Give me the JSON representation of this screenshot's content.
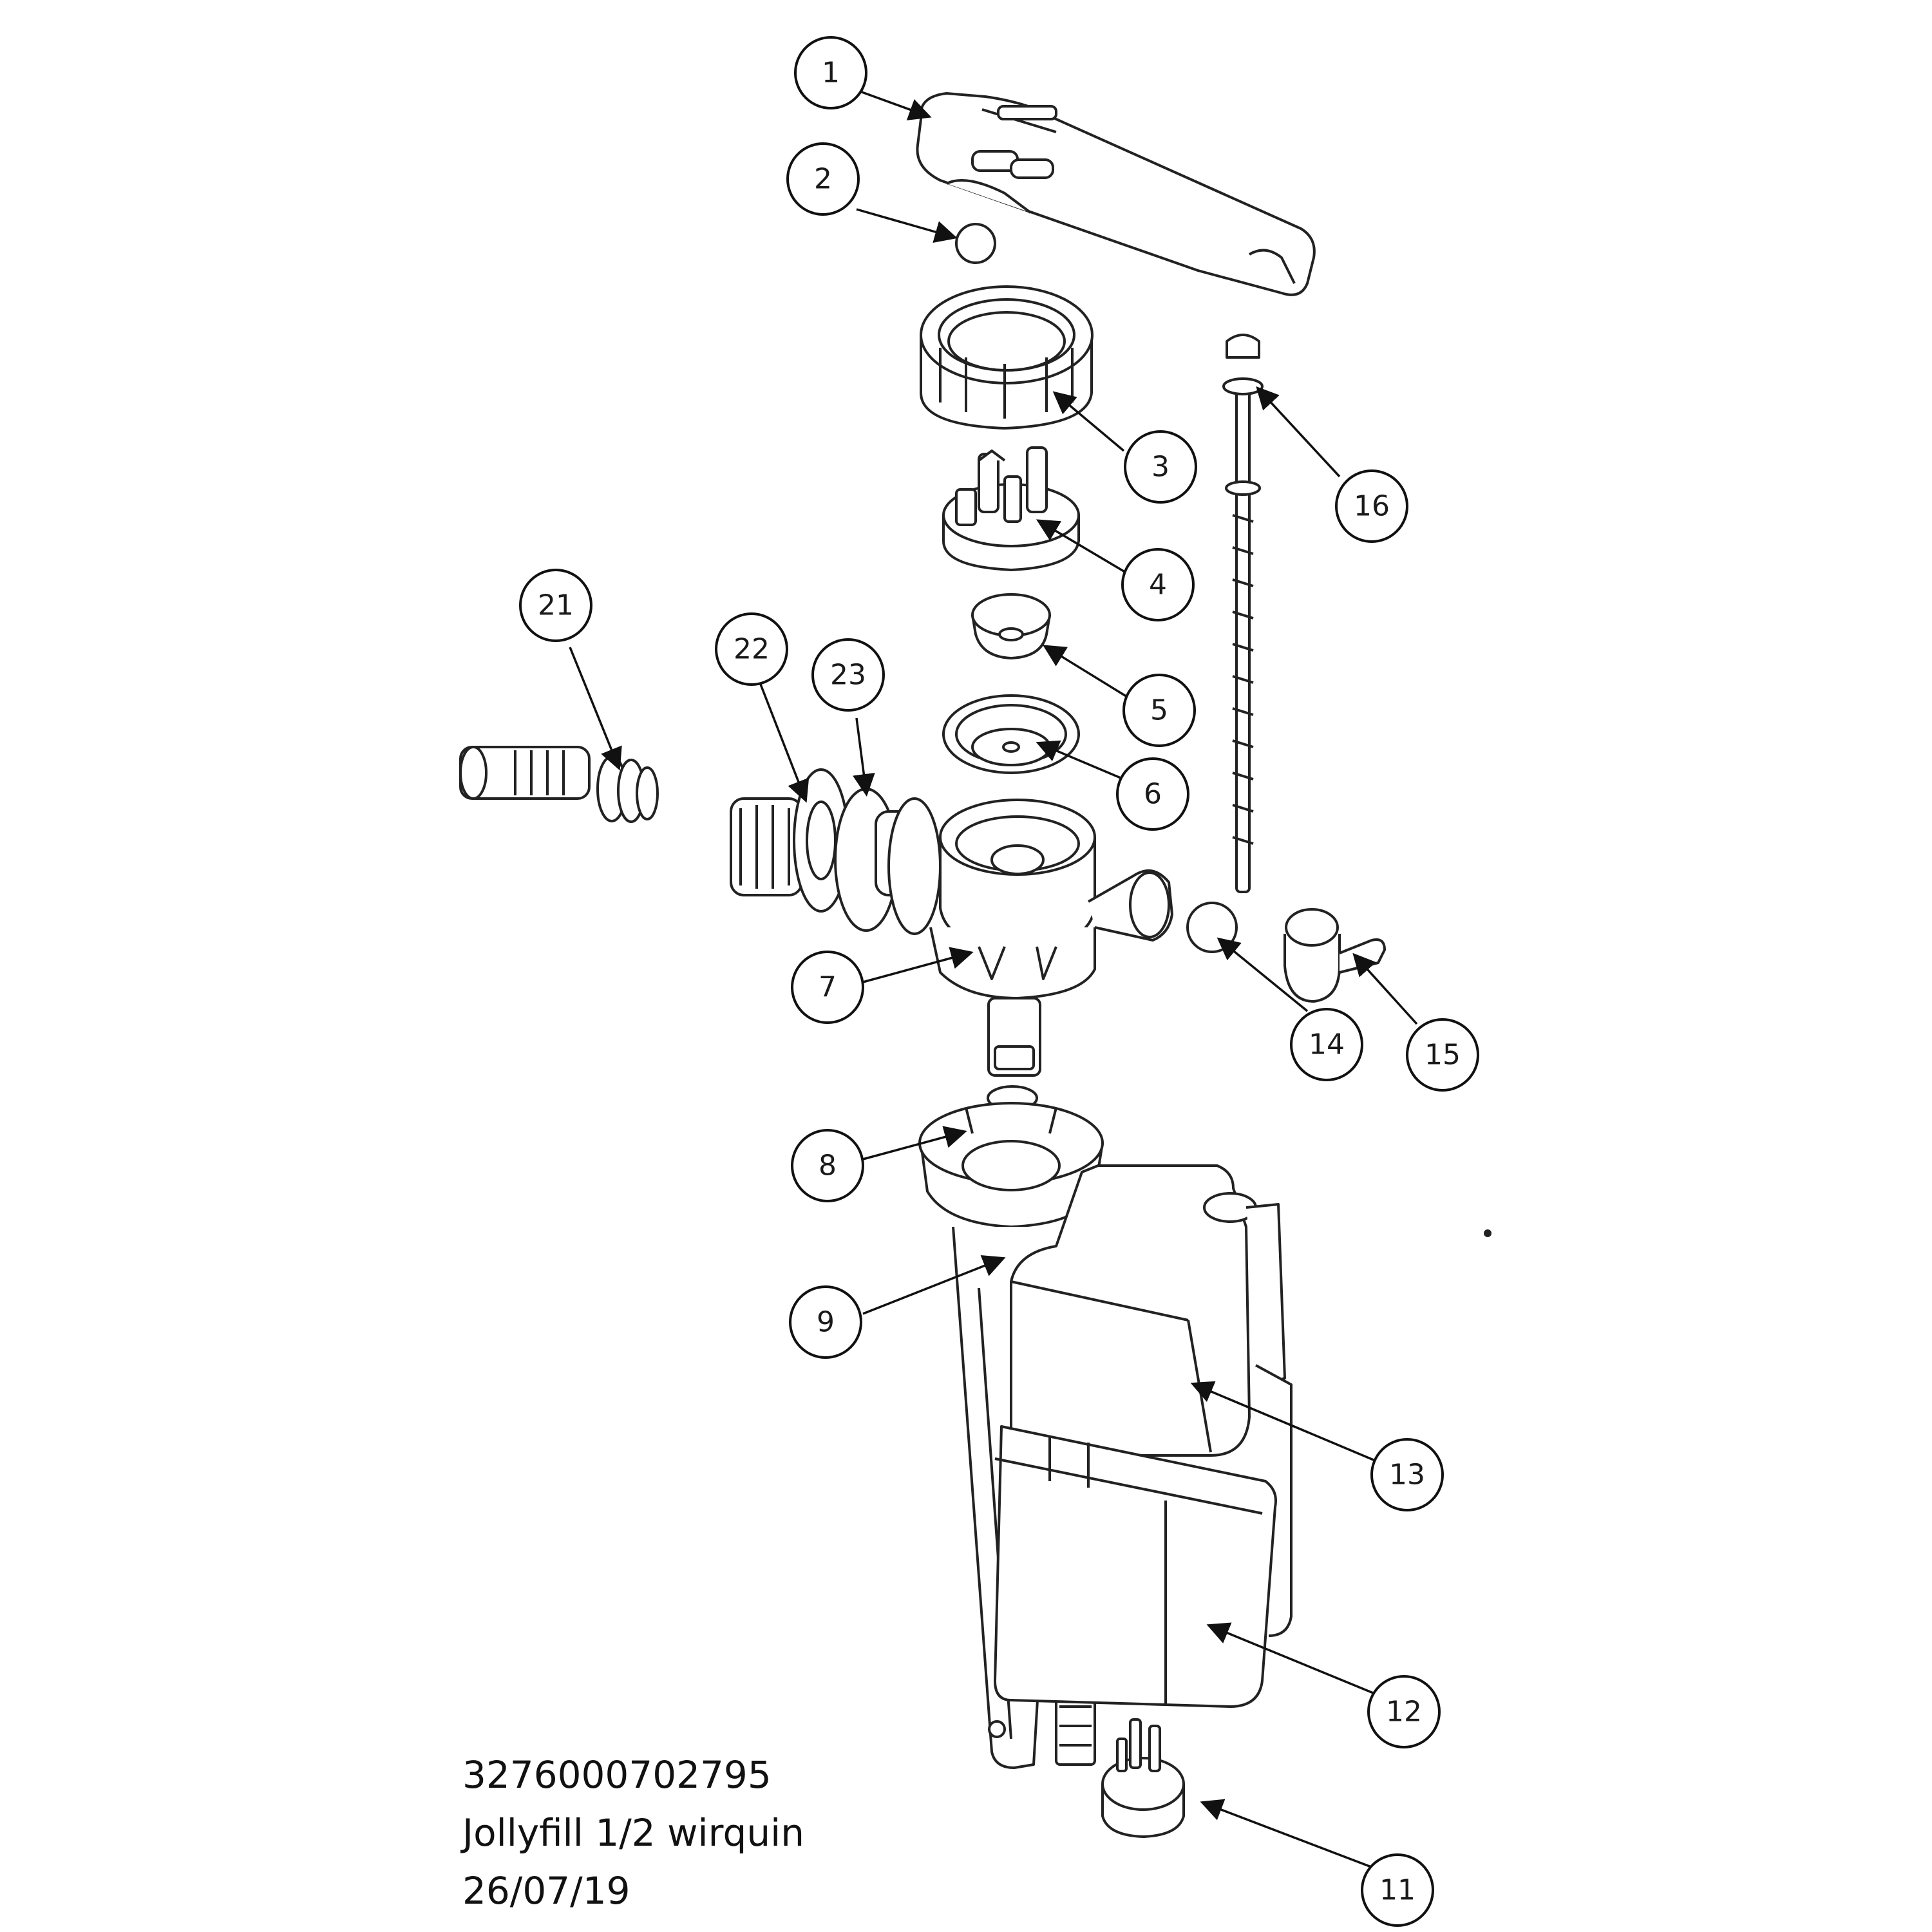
{
  "diagram": {
    "callouts": [
      {
        "id": "c1",
        "label": "1"
      },
      {
        "id": "c2",
        "label": "2"
      },
      {
        "id": "c3",
        "label": "3"
      },
      {
        "id": "c4",
        "label": "4"
      },
      {
        "id": "c5",
        "label": "5"
      },
      {
        "id": "c6",
        "label": "6"
      },
      {
        "id": "c7",
        "label": "7"
      },
      {
        "id": "c8",
        "label": "8"
      },
      {
        "id": "c9",
        "label": "9"
      },
      {
        "id": "c11",
        "label": "11"
      },
      {
        "id": "c12",
        "label": "12"
      },
      {
        "id": "c13",
        "label": "13"
      },
      {
        "id": "c14",
        "label": "14"
      },
      {
        "id": "c15",
        "label": "15"
      },
      {
        "id": "c16",
        "label": "16"
      },
      {
        "id": "c21",
        "label": "21"
      },
      {
        "id": "c22",
        "label": "22"
      },
      {
        "id": "c23",
        "label": "23"
      }
    ]
  },
  "caption": {
    "code": "3276000702795",
    "product": "Jollyfill 1/2 wirquin",
    "date": "26/07/19"
  }
}
